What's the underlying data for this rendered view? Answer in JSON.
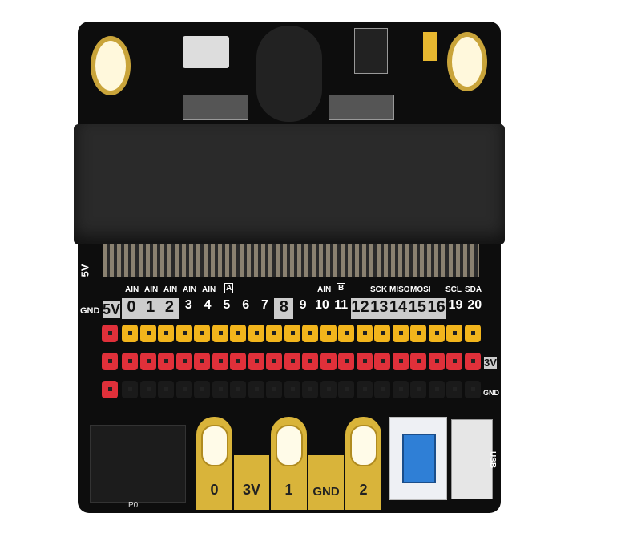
{
  "board": {
    "top_labels": [
      "AIN",
      "AIN",
      "AIN",
      "AIN",
      "AIN",
      "A",
      "AIN",
      "B",
      "SCK",
      "MISO",
      "MOSI",
      "SCL",
      "SDA"
    ],
    "side_labels": {
      "five_v_left": "5V",
      "gnd_left": "GND",
      "five_v_col": "5V",
      "three_v_right": "3V",
      "gnd_right": "GND"
    },
    "pins": [
      "0",
      "1",
      "2",
      "3",
      "4",
      "5",
      "6",
      "7",
      "8",
      "9",
      "10",
      "11",
      "12",
      "13",
      "14",
      "15",
      "16",
      "19",
      "20"
    ],
    "pads": [
      "0",
      "3V",
      "1",
      "GND",
      "2"
    ],
    "jack_label": "P0",
    "usb_label": "USB",
    "colors": {
      "board": "#0d0d0d",
      "signal_row": "#f2b51c",
      "power_row": "#e0303a",
      "ground_row": "#1a1a1a",
      "pad_gold": "#d9b43a",
      "button": "#2f7fd6"
    }
  }
}
